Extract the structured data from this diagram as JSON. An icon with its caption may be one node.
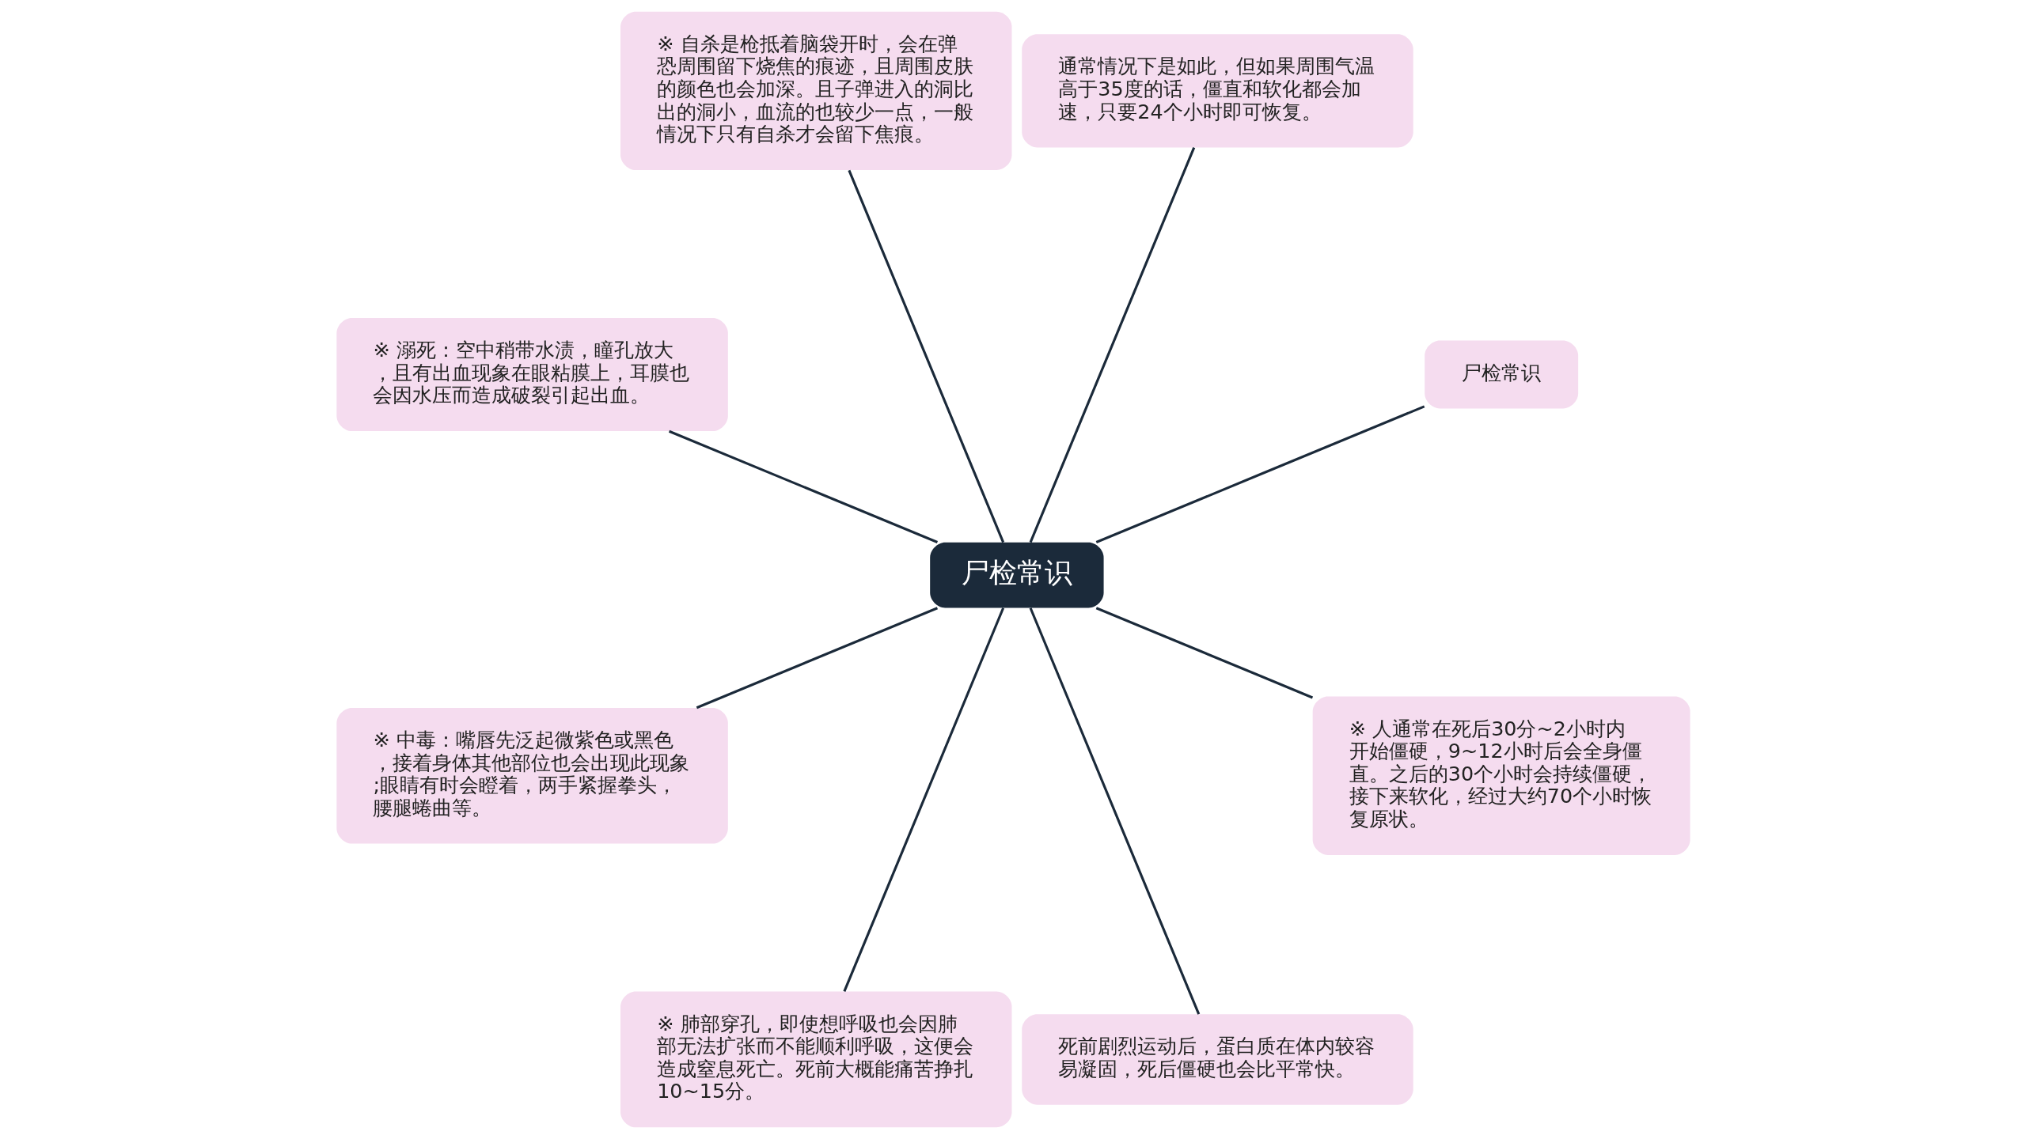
{
  "diagram": {
    "nodes": [
      {
        "text": [
          "尸检常识"
        ]
      },
      {
        "text": [
          "尸检常识"
        ]
      },
      {
        "text": [
          "通常情况下是如此，但如果周围气温高于35度的话，僵直和软化都会加速，只要24个小时即可恢复。"
        ]
      },
      {
        "text": [
          "※ 自杀是枪抵着脑袋开时，会在弹恐周围留下烧焦的痕迹，且周围皮肤的颜色也会加深。且子弹进入的洞比出的洞小，血流的也较少一点，一般情况下只有自杀才会留下焦痕。"
        ]
      },
      {
        "text": [
          "※ 溺死：空中稍带水渍，瞳孔放大，且有出血现象在眼粘膜上，耳膜也会因水压而造成破裂引起出血。"
        ]
      },
      {
        "text": [
          "※ 中毒：嘴唇先泛起微紫色或黑色，接着身体其他部位也会出现此现象;眼睛有时会瞪着，两手紧握拳头，腰腿蜷曲等。"
        ]
      },
      {
        "text": [
          "※ 肺部穿孔，即使想呼吸也会因肺部无法扩张而不能顺利呼吸，这便会造成窒息死亡。死前大概能痛苦挣扎10~15分。"
        ]
      },
      {
        "text": [
          "死前剧烈运动后，蛋白质在体内较容易凝固，死后僵硬也会比平常快。"
        ]
      },
      {
        "text": [
          "※ 人通常在死后30分~2小时内开始僵硬，9~12小时后会全身僵直。之后的30个小时会持续僵硬，接下来软化，经过大约70个小时恢复原状。"
        ]
      }
    ],
    "edges": [
      {
        "from": 0,
        "to": 1,
        "arrow": "none"
      },
      {
        "from": 0,
        "to": 2,
        "arrow": "none"
      },
      {
        "from": 0,
        "to": 3,
        "arrow": "none"
      },
      {
        "from": 0,
        "to": 4,
        "arrow": "none"
      },
      {
        "from": 0,
        "to": 5,
        "arrow": "none"
      },
      {
        "from": 0,
        "to": 6,
        "arrow": "none"
      },
      {
        "from": 0,
        "to": 7,
        "arrow": "none"
      },
      {
        "from": 0,
        "to": 8,
        "arrow": "none"
      }
    ]
  }
}
